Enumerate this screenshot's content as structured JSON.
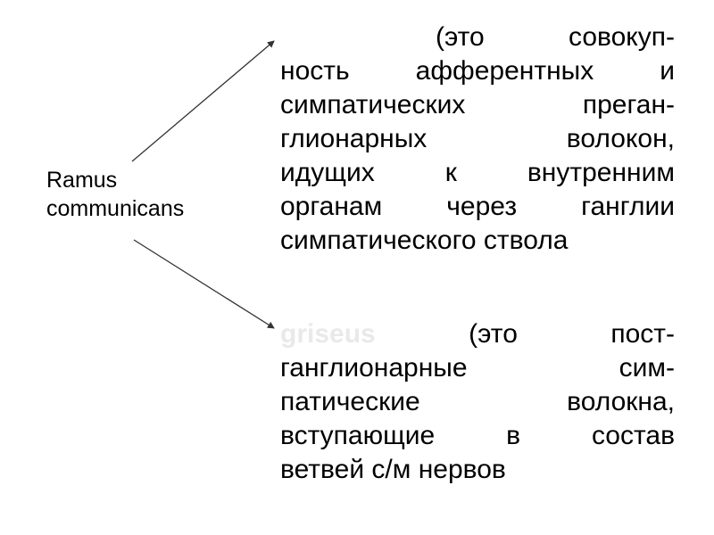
{
  "label": {
    "lines": [
      "Ramus",
      "communicans"
    ]
  },
  "branch_1": {
    "lines": [
      [
        "(это",
        "совокуп-"
      ],
      [
        "ность",
        "афферентных",
        "и"
      ],
      [
        "симпатических",
        "преган-"
      ],
      [
        "глионарных",
        "волокон,"
      ],
      [
        "идущих",
        "к",
        "внутренним"
      ],
      [
        "органам",
        "через",
        "ганглии"
      ],
      [
        "симпатического ствола"
      ]
    ]
  },
  "branch_2": {
    "term": "griseus",
    "lines": [
      [
        "(это",
        "пост-"
      ],
      [
        "ганглионарные",
        "сим-"
      ],
      [
        "патические",
        "волокна,"
      ],
      [
        "вступающие",
        "в",
        "состав"
      ],
      [
        "ветвей с/м нервов"
      ]
    ]
  },
  "colors": {
    "text": "#000000",
    "arrow": "#333333",
    "faint_term": "#e9e9e9",
    "background": "#ffffff"
  }
}
